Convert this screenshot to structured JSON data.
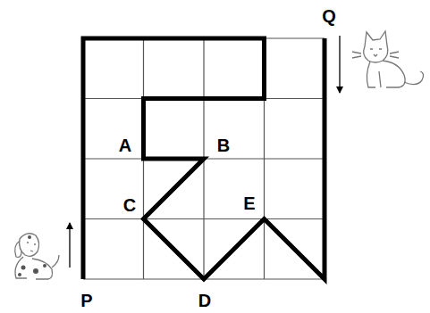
{
  "diagram": {
    "labels": [
      "Q",
      "A",
      "B",
      "C",
      "E",
      "P",
      "D"
    ]
  }
}
